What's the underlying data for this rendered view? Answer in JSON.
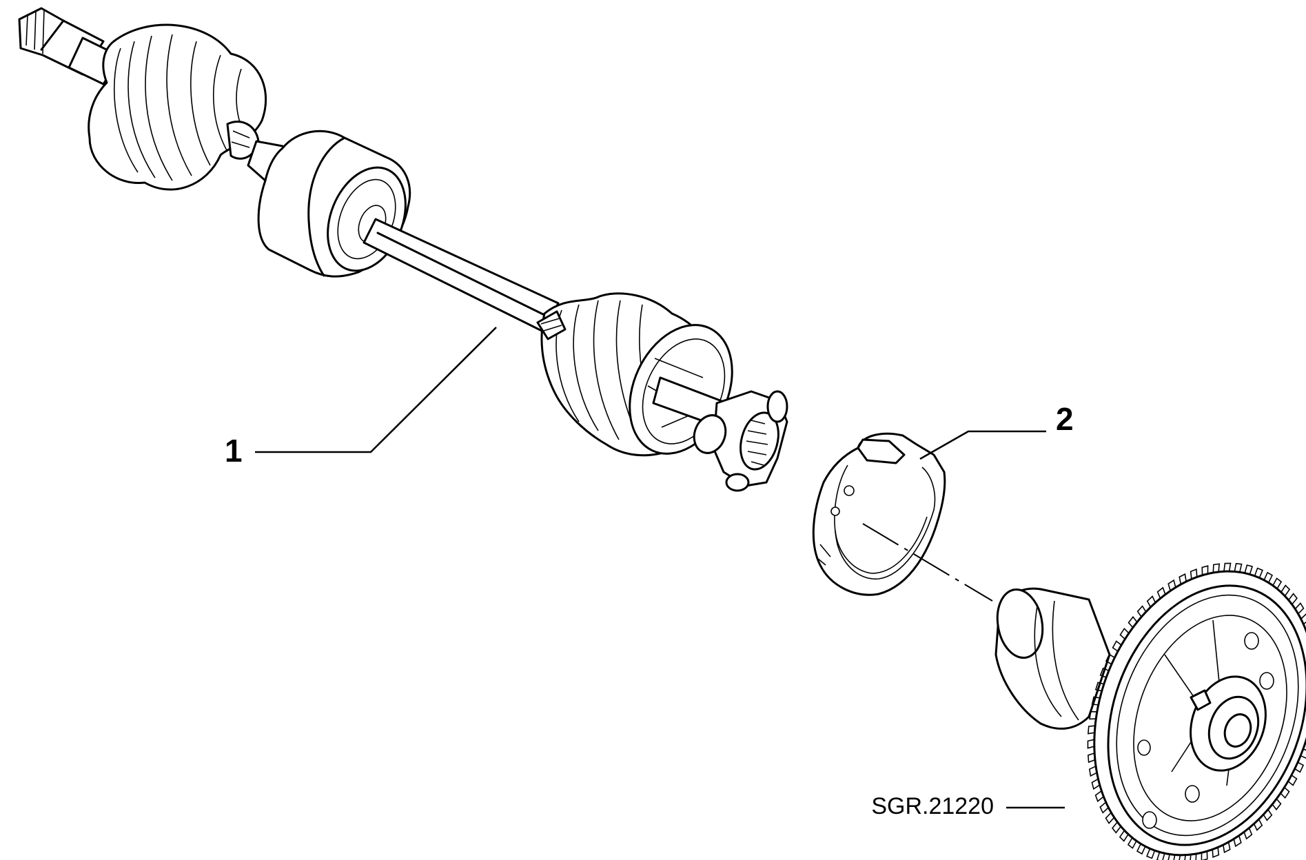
{
  "callouts": {
    "part_1": "1",
    "part_2": "2"
  },
  "reference_code": "SGR.21220"
}
